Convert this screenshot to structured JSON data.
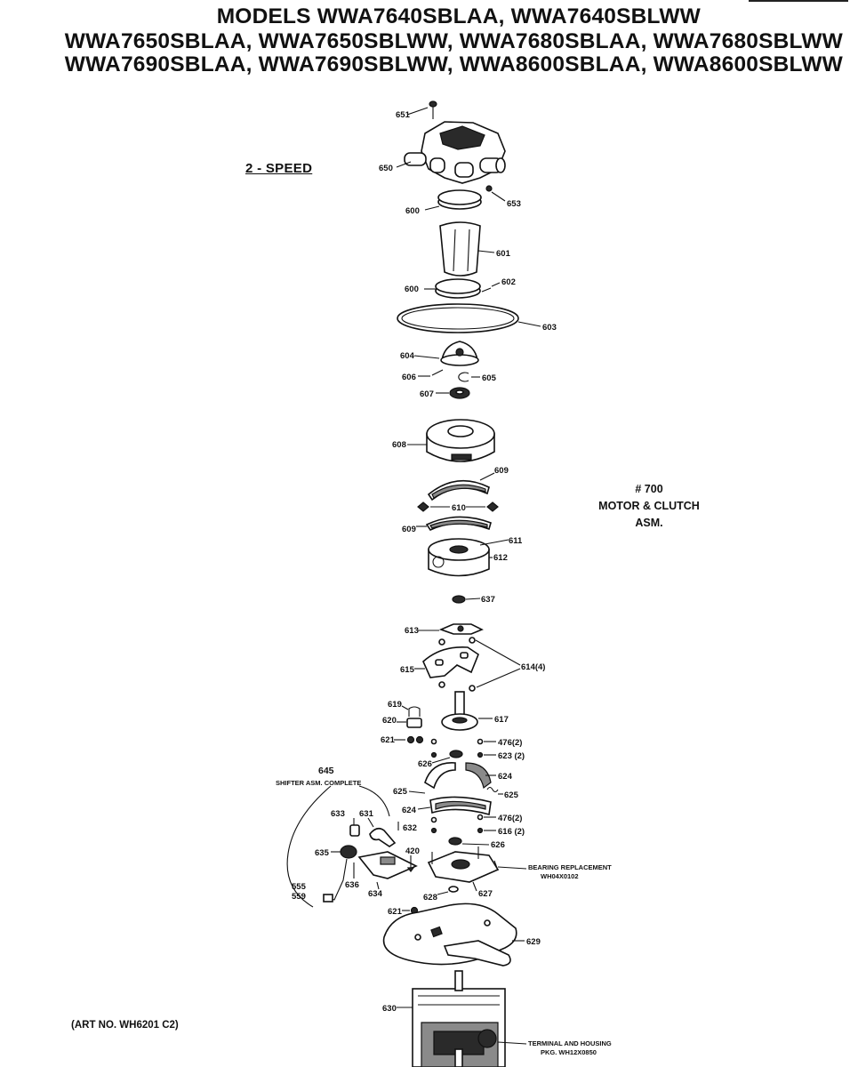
{
  "header": {
    "line1": "MODELS WWA7640SBLAA, WWA7640SBLWW",
    "line2": "WWA7650SBLAA, WWA7650SBLWW, WWA7680SBLAA, WWA7680SBLWW",
    "line3": "WWA7690SBLAA, WWA7690SBLWW, WWA8600SBLAA, WWA8600SBLWW"
  },
  "speed_label": "2 - SPEED",
  "assembly": {
    "number": "# 700",
    "name_line1": "MOTOR & CLUTCH",
    "name_line2": "ASM."
  },
  "art_number": "(ART NO. WH6201 C2)",
  "callouts": {
    "p651": "651",
    "p650": "650",
    "p653": "653",
    "p600a": "600",
    "p601": "601",
    "p600b": "600",
    "p602": "602",
    "p603": "603",
    "p604": "604",
    "p606": "606",
    "p605": "605",
    "p607": "607",
    "p608": "608",
    "p609a": "609",
    "p610": "610",
    "p609b": "609",
    "p611": "611",
    "p612": "612",
    "p637": "637",
    "p613": "613",
    "p614": "614(4)",
    "p615": "615",
    "p617": "617",
    "p619": "619",
    "p620": "620",
    "p621a": "621",
    "p476a": "476(2)",
    "p623": "623 (2)",
    "p626a": "626",
    "p624a": "624",
    "p625a": "625",
    "p625b": "625",
    "p624b": "624",
    "p476b": "476(2)",
    "p616": "616 (2)",
    "p632": "632",
    "p626b": "626",
    "p633": "633",
    "p631": "631",
    "p645": "645",
    "p635": "635",
    "p420": "420",
    "p636": "636",
    "p634": "634",
    "p555": "555",
    "p559": "559",
    "p628": "628",
    "p627": "627",
    "p621b": "621",
    "p629": "629",
    "p630": "630"
  },
  "notes": {
    "shifter": "SHIFTER ASM. COMPLETE",
    "bearing_line1": "BEARING REPLACEMENT",
    "bearing_line2": "WH04X0102",
    "terminal_line1": "TERMINAL AND HOUSING",
    "terminal_line2": "PKG. WH12X0850"
  }
}
